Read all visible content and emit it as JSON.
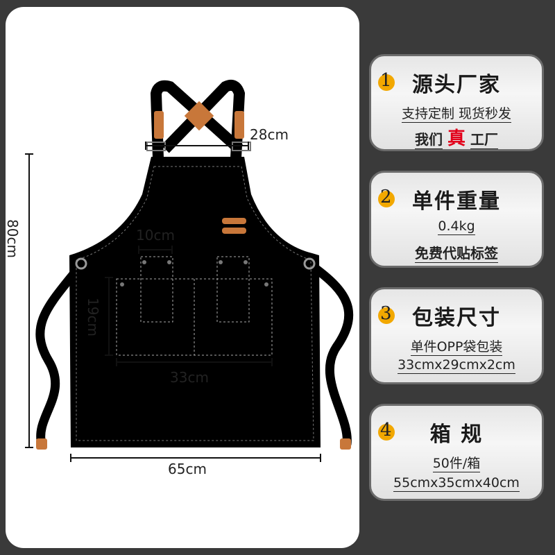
{
  "dimensions": {
    "strap_width": "28cm",
    "pocket_width": "10cm",
    "pocket_height": "19cm",
    "pocket_total_width": "33cm",
    "apron_width": "65cm",
    "apron_length": "80cm"
  },
  "cards": [
    {
      "num": "1",
      "title": "源头厂家",
      "line1": "支持定制 现货秒发",
      "line2a": "我们",
      "line2b": "真",
      "line2c": "工厂"
    },
    {
      "num": "2",
      "title": "单件重量",
      "line1": "0.4kg",
      "line2": "免费代贴标签"
    },
    {
      "num": "3",
      "title": "包装尺寸",
      "line1": "单件OPP袋包装",
      "line2": "33cmx29cmx2cm"
    },
    {
      "num": "4",
      "title": "箱 规",
      "line1": "50件/箱",
      "line2": "55cmx35cmx40cm"
    }
  ],
  "colors": {
    "badge": "#f2a800",
    "accent_red": "#e2001a",
    "leather": "#c8773a"
  }
}
